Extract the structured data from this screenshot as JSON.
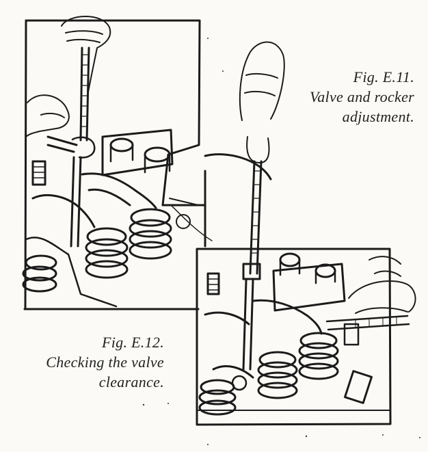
{
  "figures": [
    {
      "caption_number": "Fig. E.11.",
      "caption_lines": [
        "Valve and rocker",
        "adjustment."
      ],
      "illustration_icon": "valve-rocker-adjustment-drawing"
    },
    {
      "caption_number": "Fig. E.12.",
      "caption_lines": [
        "Checking the valve",
        "clearance."
      ],
      "illustration_icon": "feeler-gauge-clearance-drawing"
    }
  ],
  "colors": {
    "paper": "#fbfaf6",
    "ink": "#1b1b1b"
  }
}
